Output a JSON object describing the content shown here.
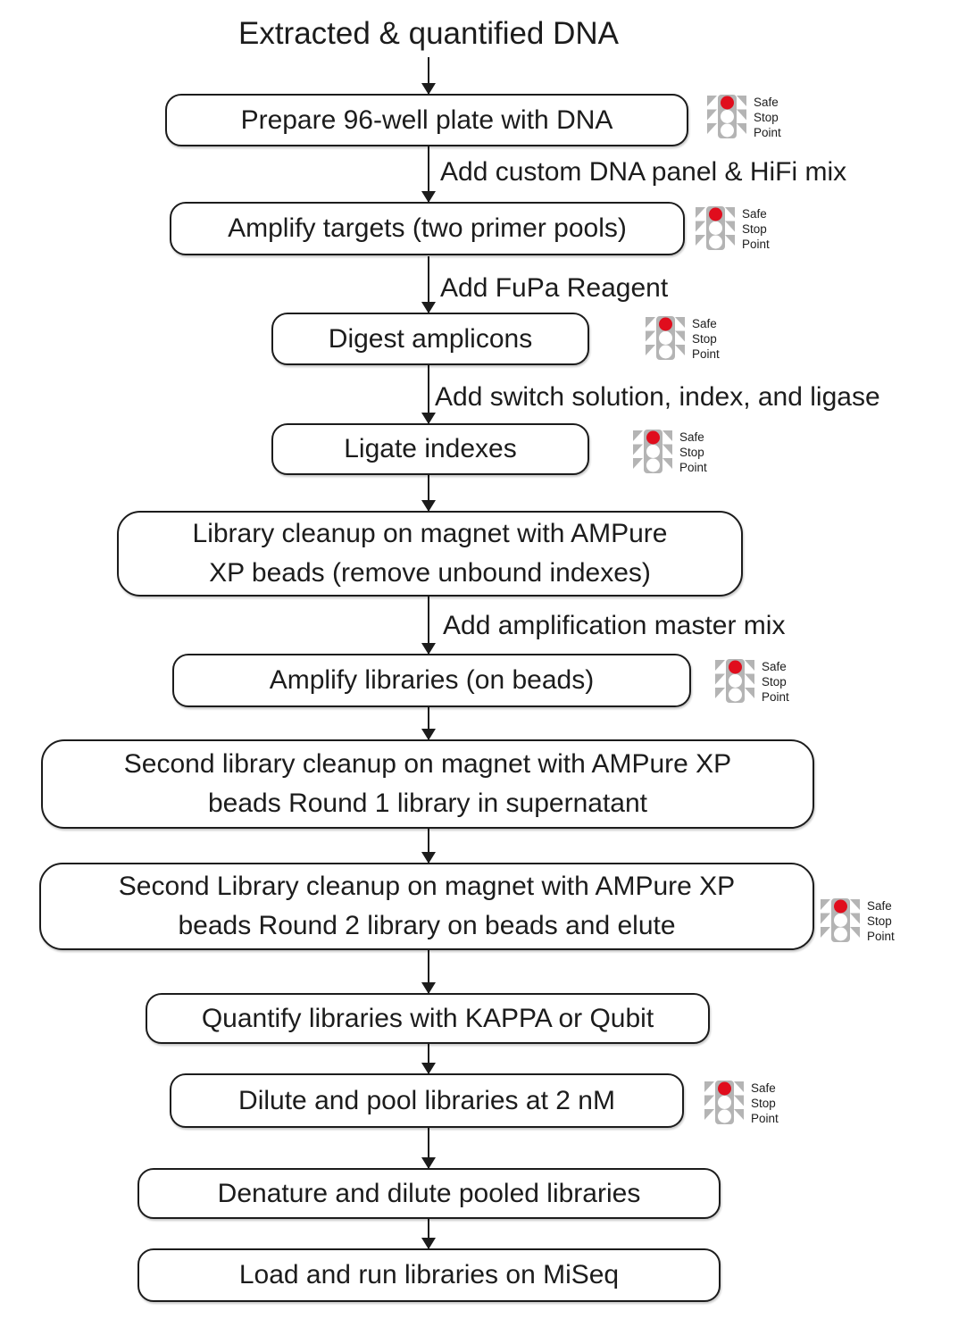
{
  "title": "Extracted & quantified DNA",
  "colors": {
    "ink": "#1c1c1c",
    "red": "#e00d1d",
    "gray": "#b4b4b4"
  },
  "traffic_light": {
    "labels": [
      "Safe",
      "Stop",
      "Point"
    ]
  },
  "boxes": [
    {
      "lines": [
        "Prepare 96-well plate with DNA"
      ],
      "safe_stop_point": true
    },
    {
      "lines": [
        "Amplify targets (two primer pools)"
      ],
      "safe_stop_point": true
    },
    {
      "lines": [
        "Digest amplicons"
      ],
      "safe_stop_point": true
    },
    {
      "lines": [
        "Ligate indexes"
      ],
      "safe_stop_point": true
    },
    {
      "lines": [
        "Library cleanup on magnet with AMPure",
        "XP beads (remove unbound indexes)"
      ],
      "safe_stop_point": false
    },
    {
      "lines": [
        "Amplify libraries (on beads)"
      ],
      "safe_stop_point": true
    },
    {
      "lines": [
        "Second library cleanup on magnet with AMPure XP",
        "beads Round 1 library in supernatant"
      ],
      "safe_stop_point": false
    },
    {
      "lines": [
        "Second Library cleanup on magnet with AMPure XP",
        "beads Round 2 library on beads and elute"
      ],
      "safe_stop_point": true
    },
    {
      "lines": [
        "Quantify libraries with KAPPA or Qubit"
      ],
      "safe_stop_point": false
    },
    {
      "lines": [
        "Dilute and pool libraries at 2 nM"
      ],
      "safe_stop_point": true
    },
    {
      "lines": [
        "Denature and dilute pooled libraries"
      ],
      "safe_stop_point": false
    },
    {
      "lines": [
        "Load and run libraries on MiSeq"
      ],
      "safe_stop_point": false
    }
  ],
  "arrow_labels": [
    "Add custom DNA panel & HiFi mix",
    "Add FuPa Reagent",
    "Add switch solution, index, and ligase",
    "Add amplification master mix"
  ]
}
